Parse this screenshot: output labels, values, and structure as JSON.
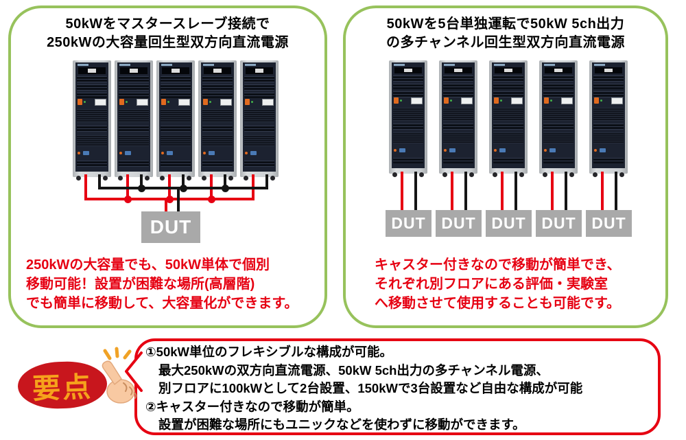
{
  "left_panel": {
    "title": [
      "50kWをマスタースレーブ接続で",
      "250kWの大容量回生型双方向直流電源"
    ],
    "description": [
      "250kWの大容量でも、50kW単体で個別",
      "移動可能！設置が困難な場所(高層階)",
      "でも簡単に移動して、大容量化ができます。"
    ],
    "unit_count": 5,
    "dut_label": "DUT"
  },
  "right_panel": {
    "title": [
      "50kWを5台単独運転で50kW 5ch出力",
      "の多チャンネル回生型双方向直流電源"
    ],
    "description": [
      "キャスター付きなので移動が簡単でき、",
      "それぞれ別フロアにある評価・実験室",
      "へ移動させて使用することも可能です。"
    ],
    "unit_count": 5,
    "dut_labels": [
      "DUT",
      "DUT",
      "DUT",
      "DUT",
      "DUT"
    ]
  },
  "key_points": {
    "badge": "要点",
    "lines": [
      "①50kW単位のフレキシブルな構成が可能。",
      "最大250kWの双方向直流電源、50kW 5ch出力の多チャンネル電源、",
      "別フロアに100kWとして2台設置、150kWで3台設置など自由な構成が可能",
      "②キャスター付きなので移動が簡単。",
      "設置が困難な場所にもユニックなどを使わずに移動ができます。"
    ]
  },
  "colors": {
    "panel_border_green": "#97c25c",
    "accent_red": "#e60012",
    "badge_background": "#c8161d",
    "badge_text_orange": "#f6a21c",
    "dut_gray": "#a9a9a9",
    "wire_positive_red": "#e60012",
    "wire_negative_black": "#151515"
  }
}
